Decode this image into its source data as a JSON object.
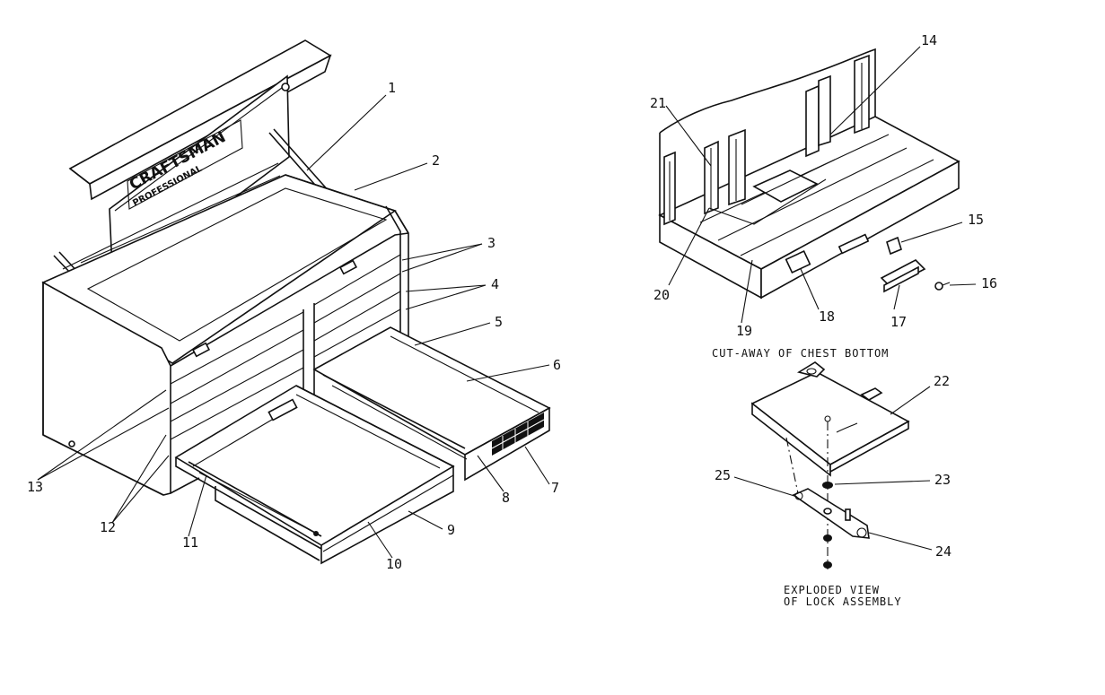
{
  "brand": {
    "line1": "CRAFTSMAN",
    "line2": "PROFESSIONAL"
  },
  "callouts": {
    "c1": "1",
    "c2": "2",
    "c3": "3",
    "c4": "4",
    "c5": "5",
    "c6": "6",
    "c7": "7",
    "c8": "8",
    "c9": "9",
    "c10": "10",
    "c11": "11",
    "c12": "12",
    "c13": "13",
    "c14": "14",
    "c15": "15",
    "c16": "16",
    "c17": "17",
    "c18": "18",
    "c19": "19",
    "c20": "20",
    "c21": "21",
    "c22": "22",
    "c23": "23",
    "c24": "24",
    "c25": "25"
  },
  "captions": {
    "chest_bottom": "CUT-AWAY OF CHEST BOTTOM",
    "lock_line1": "EXPLODED VIEW",
    "lock_line2": "OF LOCK ASSEMBLY"
  }
}
